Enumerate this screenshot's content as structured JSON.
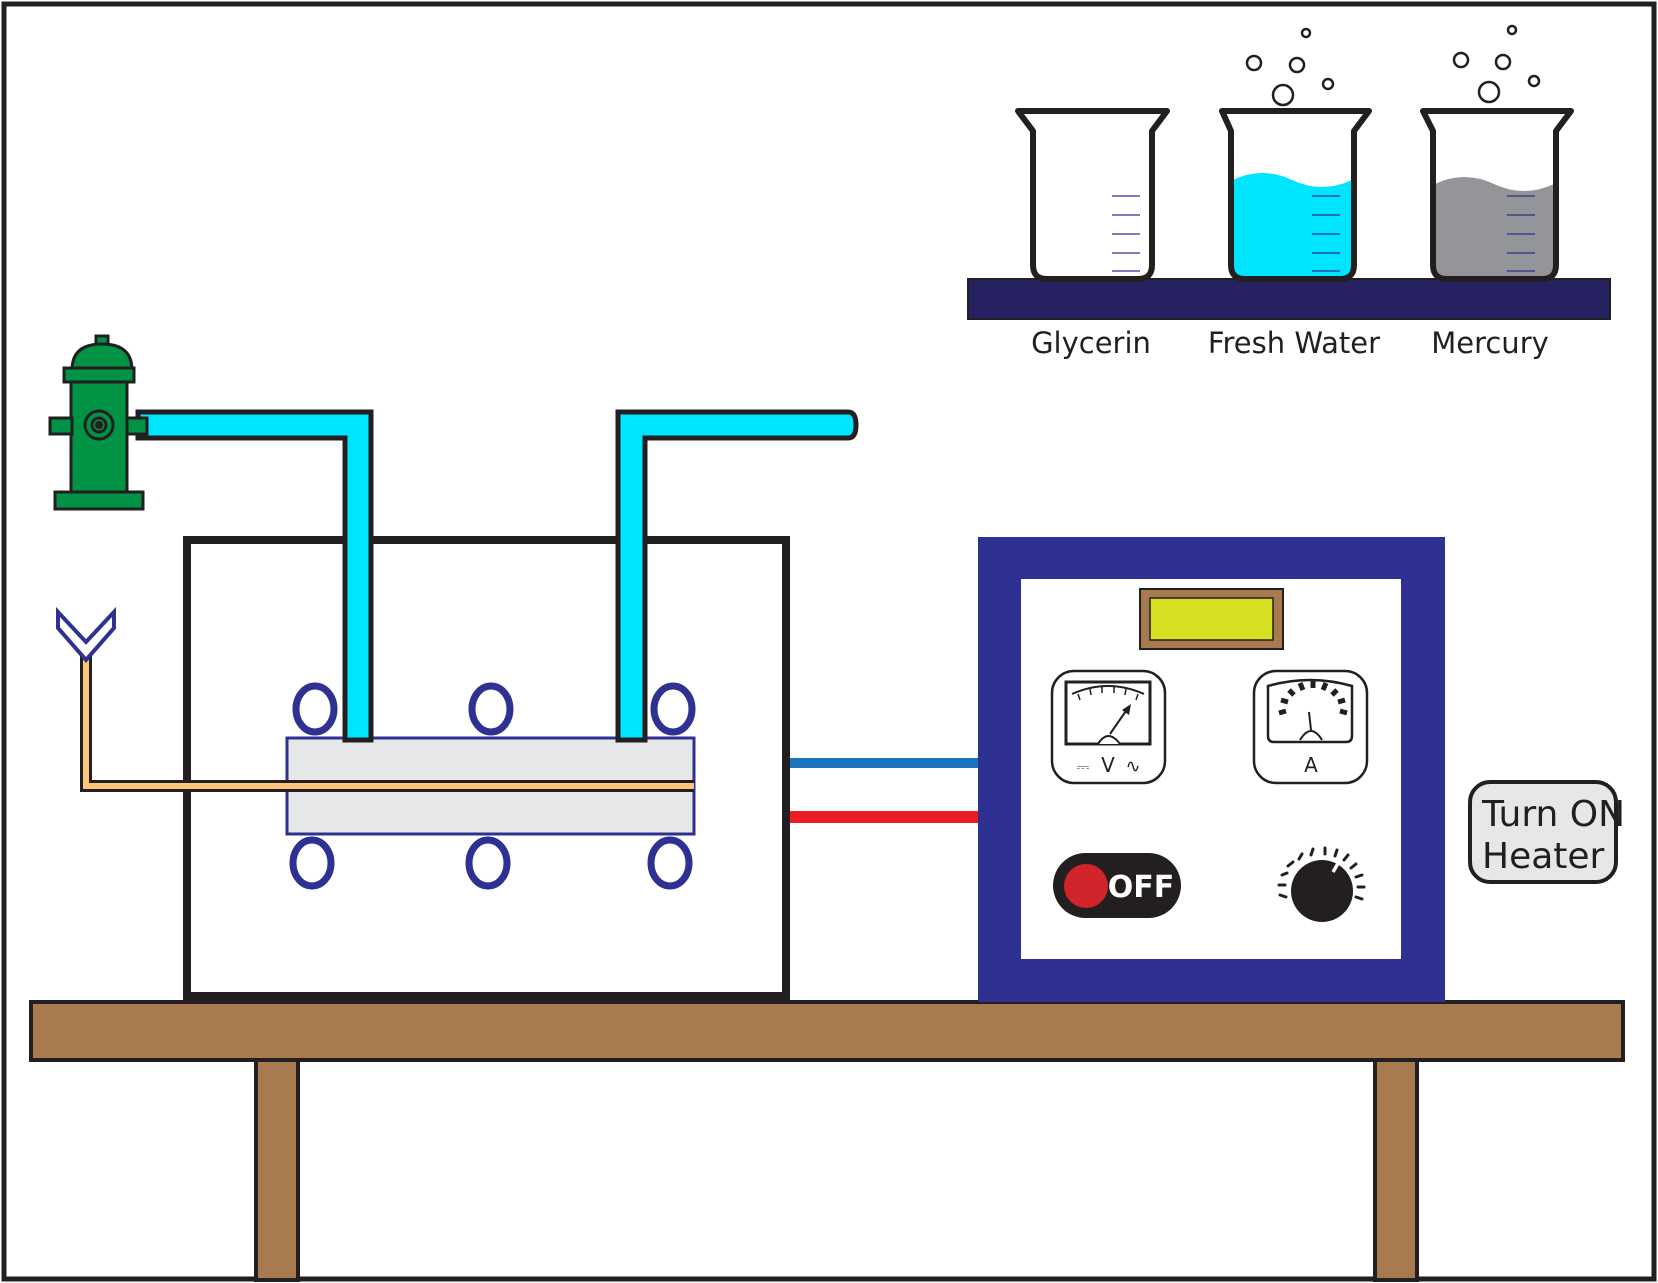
{
  "beakers": [
    {
      "label": "Glycerin",
      "bubbling": false
    },
    {
      "label": "Fresh Water",
      "fill_color": "#00e5ff",
      "bubbling": true
    },
    {
      "label": "Mercury",
      "fill_color": "#939598",
      "bubbling": true
    }
  ],
  "voltmeter": {
    "label": "V",
    "dc_symbol": "⎓",
    "ac_symbol": "∿"
  },
  "ammeter": {
    "label": "A"
  },
  "power_switch": {
    "label": "OFF",
    "state": "off",
    "indicator_color": "#d0232a"
  },
  "heater_button": {
    "line1": "Turn ON",
    "line2": "Heater"
  },
  "colors": {
    "water_pipe": "#00e5ff",
    "hydrant": "#009345",
    "panel_frame": "#2e3192",
    "shelf": "#262262",
    "table": "#a77b4f",
    "wire_blue": "#1c75bc",
    "wire_red": "#ed1c24",
    "gas_line": "#fbc67a",
    "display": "#d7df23"
  }
}
